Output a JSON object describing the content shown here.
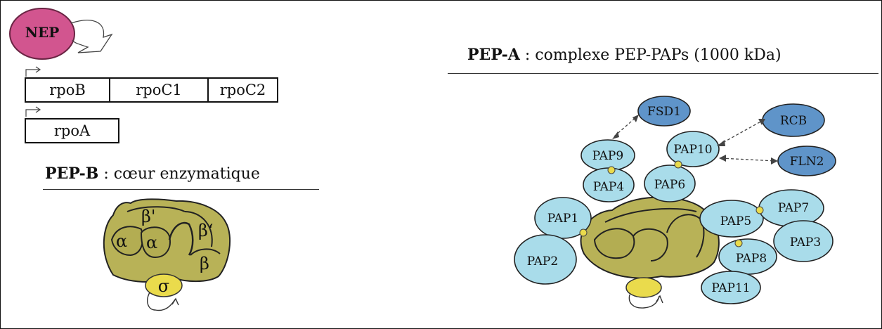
{
  "nep": {
    "label": "NEP",
    "color": "#d2558f"
  },
  "genes": {
    "row1": [
      "rpoB",
      "rpoC1",
      "rpoC2"
    ],
    "row2": [
      "rpoA"
    ]
  },
  "pep_b": {
    "name": "PEP-B",
    "description": " : cœur enzymatique",
    "subunits": {
      "beta_prime": "β'",
      "beta_dprime": "β‘",
      "alpha1": "α",
      "alpha2": "α",
      "beta": "β",
      "sigma": "σ"
    },
    "core_color": "#b8b257",
    "sigma_color": "#eadb4c"
  },
  "pep_a": {
    "name": "PEP-A",
    "description": " : complexe PEP-PAPs (1000 kDa)",
    "paps": {
      "fsd1": "FSD1",
      "pap9": "PAP9",
      "pap10": "PAP10",
      "rcb": "RCB",
      "fln2": "FLN2",
      "pap4": "PAP4",
      "pap6": "PAP6",
      "pap1": "PAP1",
      "pap2": "PAP2",
      "pap5": "PAP5",
      "pap7": "PAP7",
      "pap3": "PAP3",
      "pap8": "PAP8",
      "pap11": "PAP11"
    },
    "pap_color": "#a9dcea",
    "dark_blue_color": "#5f94c9"
  }
}
